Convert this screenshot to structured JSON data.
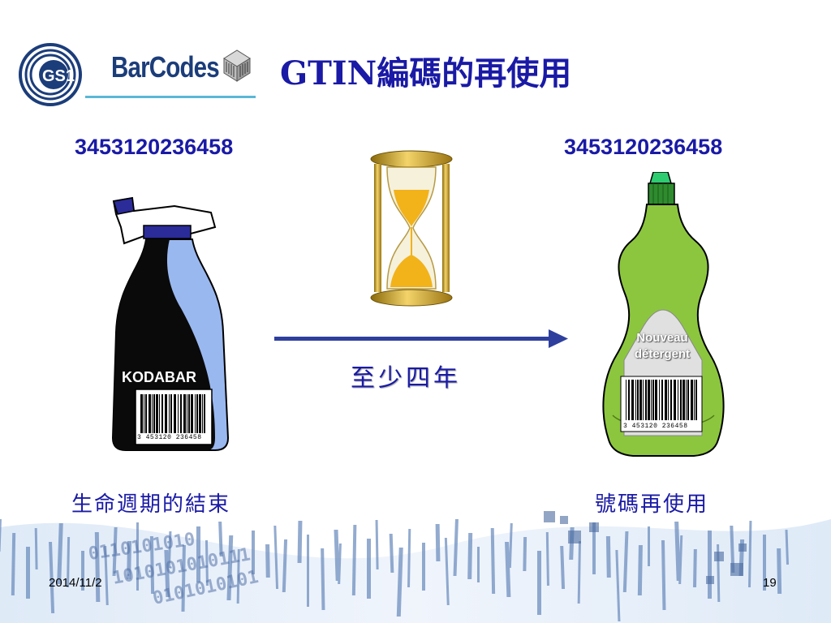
{
  "slide": {
    "title": "GTIN編碼的再使用",
    "logo_text": "BarCodes",
    "logo_badge": "GS1"
  },
  "left_product": {
    "gtin": "3453120236458",
    "brand_label": "KODABAR",
    "barcode_digits": "3  453120  236458",
    "caption": "生命週期的結束"
  },
  "right_product": {
    "gtin": "3453120236458",
    "label_line1": "Nouveau",
    "label_line2": "détergent",
    "barcode_digits": "3  453120  236458",
    "caption": "號碼再使用"
  },
  "transition": {
    "label": "至少四年"
  },
  "footer": {
    "date": "2014/11/2",
    "page": "19"
  },
  "colors": {
    "title_blue": "#1a1aa6",
    "arrow_blue": "#2e3f9e",
    "bottle_green": "#8cc63f",
    "spray_dark": "#0a0a0a",
    "spray_light": "#9ab8f0",
    "trigger_blue": "#2b2b9a"
  }
}
